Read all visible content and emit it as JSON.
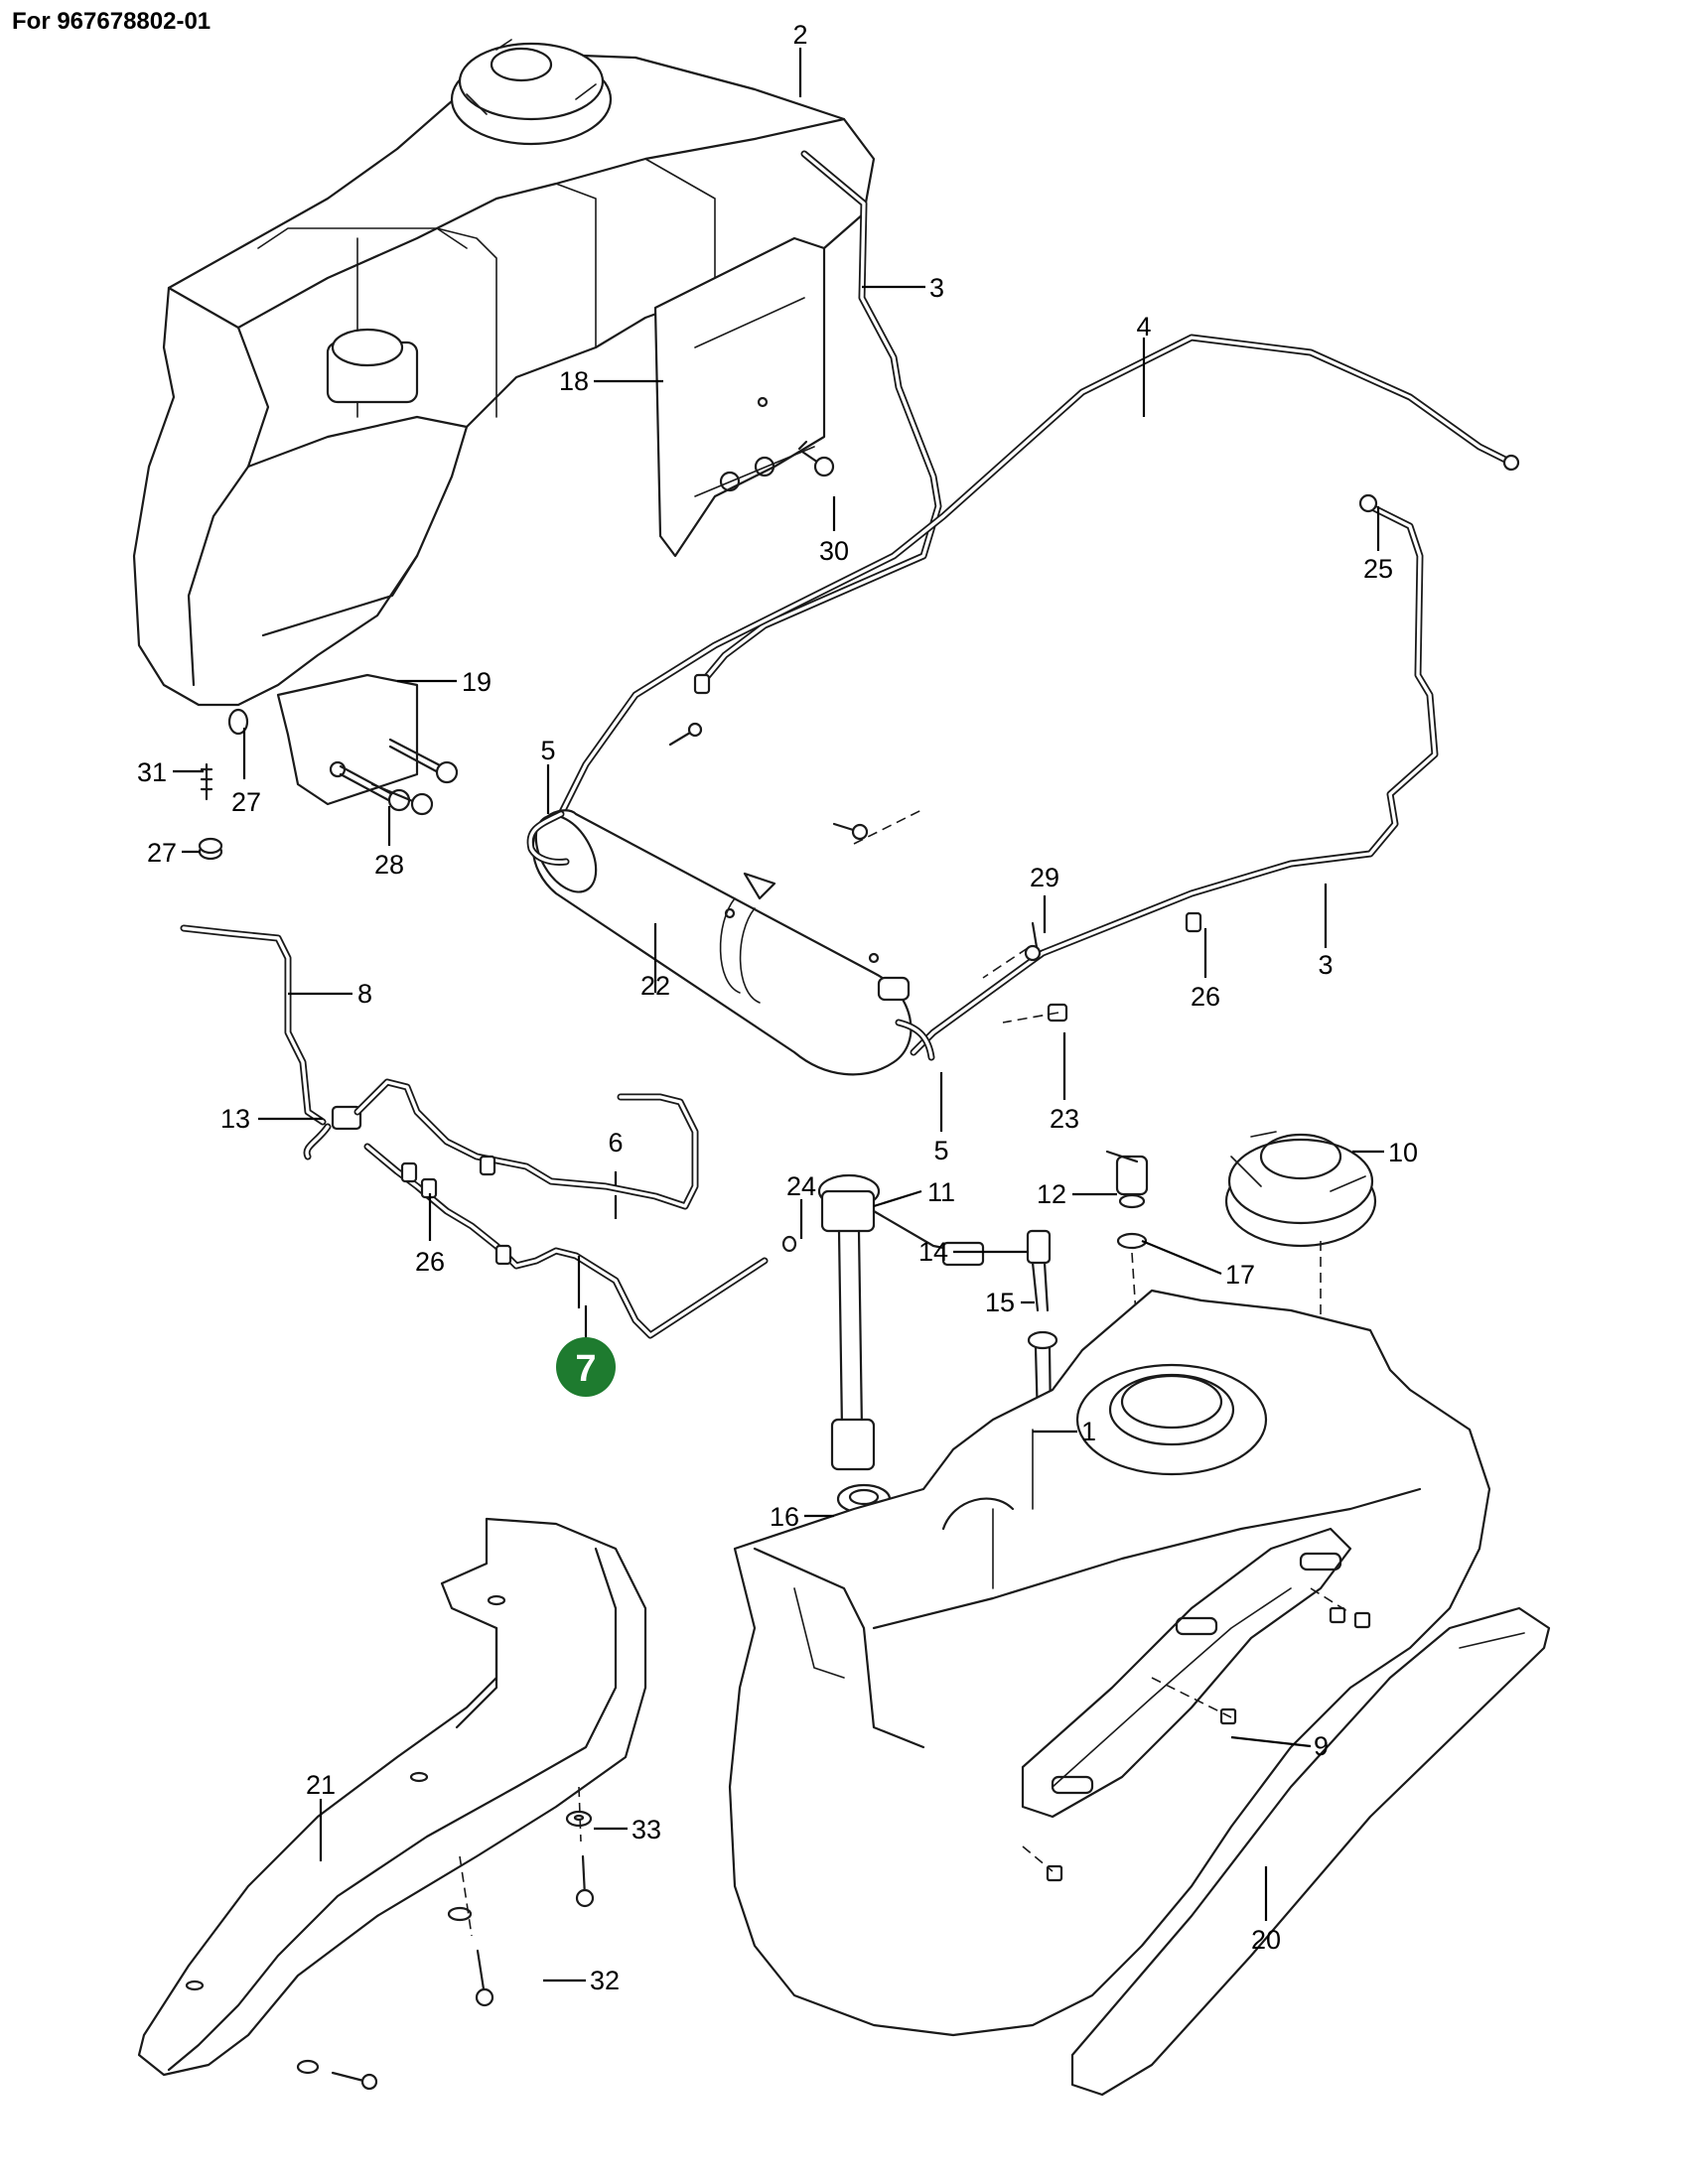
{
  "header": {
    "title": "For 967678802-01"
  },
  "highlight": {
    "number": "7",
    "color": "#1e7b2f"
  },
  "callouts": {
    "c1": "1",
    "c2": "2",
    "c3a": "3",
    "c3b": "3",
    "c4": "4",
    "c5a": "5",
    "c5b": "5",
    "c6": "6",
    "c8": "8",
    "c9": "9",
    "c10": "10",
    "c11": "11",
    "c12": "12",
    "c13": "13",
    "c14": "14",
    "c15": "15",
    "c16": "16",
    "c17": "17",
    "c18": "18",
    "c19": "19",
    "c20": "20",
    "c21": "21",
    "c22": "22",
    "c23": "23",
    "c24": "24",
    "c25": "25",
    "c26a": "26",
    "c26b": "26",
    "c27a": "27",
    "c27b": "27",
    "c28": "28",
    "c29": "29",
    "c30": "30",
    "c31": "31",
    "c32": "32",
    "c33": "33"
  },
  "icons": [
    "fuel-cap-icon",
    "fuel-tank-icon",
    "canister-icon",
    "hose-icon",
    "fender-icon"
  ]
}
